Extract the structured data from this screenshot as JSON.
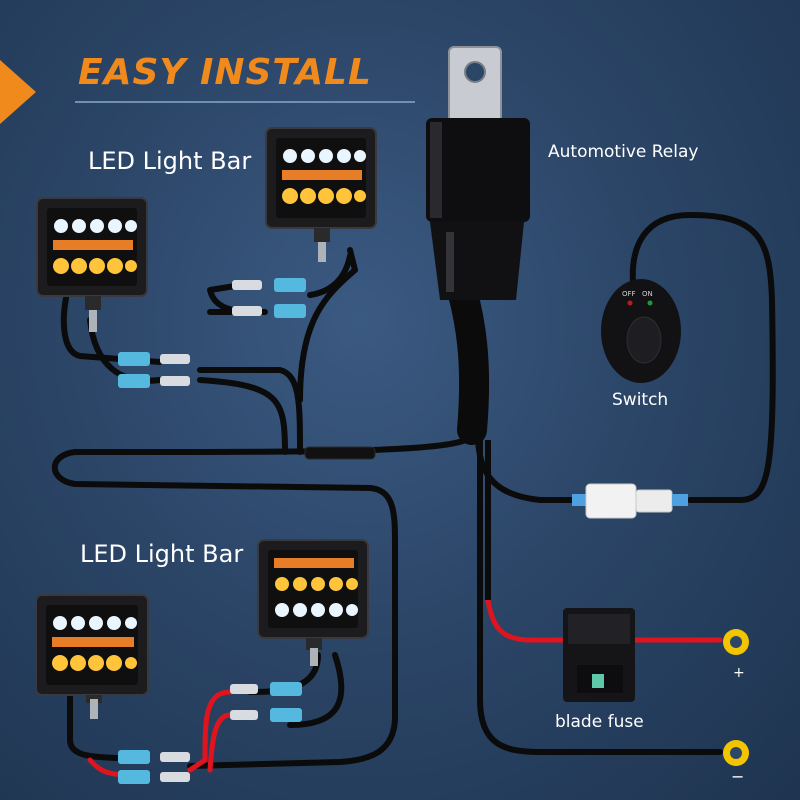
{
  "headline": "EASY INSTALL",
  "labels": {
    "led_top": "LED Light Bar",
    "led_bottom": "LED Light Bar",
    "relay": "Automotive Relay",
    "switch": "Switch",
    "fuse": "blade fuse",
    "plus": "+",
    "minus": "−"
  },
  "switch_markings": {
    "off": "OFF",
    "on": "ON"
  },
  "colors": {
    "headline": "#f08a1c",
    "wire_black": "#0b0b0b",
    "wire_red": "#e0141e",
    "terminal_ring": "#f2c500",
    "connector_blue": "#54b8df",
    "led_cool": "#eaf6ff",
    "led_warm": "#ffc43a",
    "led_amber": "#ff8a2a"
  }
}
